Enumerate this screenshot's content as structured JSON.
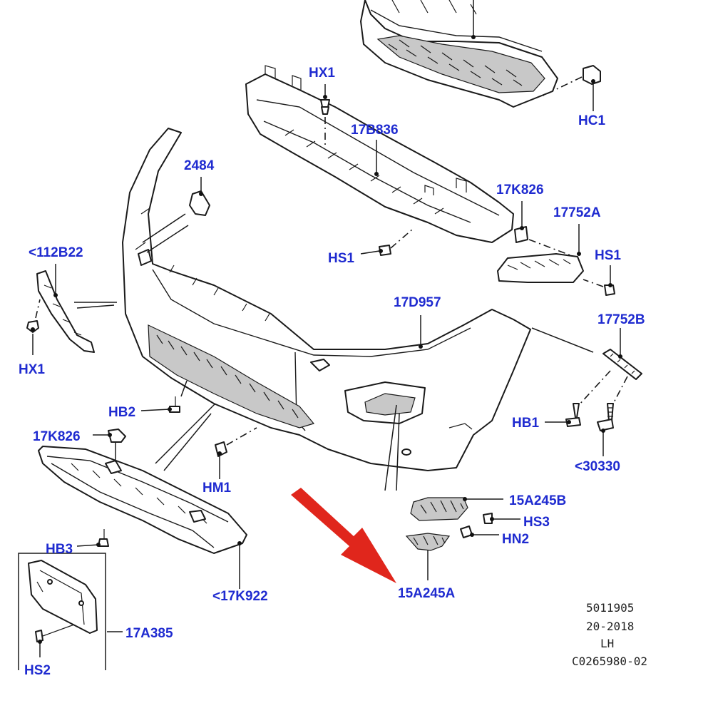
{
  "diagram": {
    "accent_color": "#1f2bd0",
    "arrow_color": "#e0261c",
    "labels": {
      "hx1_top": "HX1",
      "hc1": "HC1",
      "p17b836": "17B836",
      "p2484": "2484",
      "p17k826_right": "17K826",
      "p17752a": "17752A",
      "p112b22": "<112B22",
      "hs1_mid": "HS1",
      "hs1_right": "HS1",
      "p17d957": "17D957",
      "p17752b": "17752B",
      "hx1_left": "HX1",
      "hb2": "HB2",
      "hb1": "HB1",
      "p17k826_left": "17K826",
      "p30330": "<30330",
      "hm1": "HM1",
      "p15a245b": "15A245B",
      "hs3": "HS3",
      "hn2": "HN2",
      "hb3": "HB3",
      "p17k922": "<17K922",
      "p15a245a": "15A245A",
      "p17a385": "17A385",
      "hs2": "HS2"
    },
    "reference": {
      "line1": "5011905",
      "line2": "20-2018",
      "line3": "LH",
      "line4": "C0265980-02"
    }
  }
}
